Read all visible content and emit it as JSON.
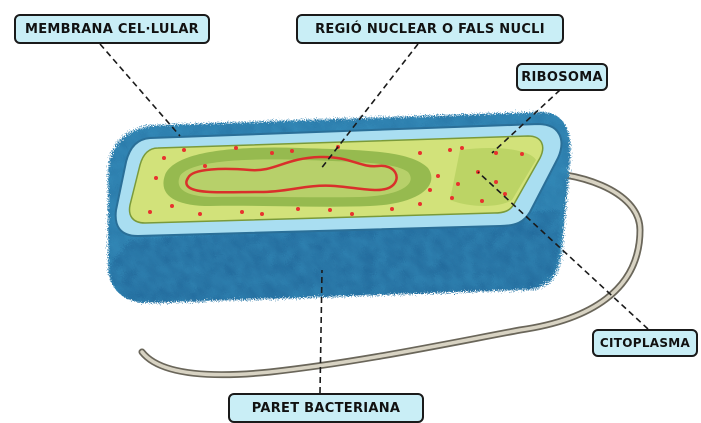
{
  "labels": {
    "membrana": "MEMBRANA CEL·LULAR",
    "regio": "REGIÓ NUCLEAR O FALS NUCLI",
    "ribosoma": "RIBOSOMA",
    "citoplasma": "CITOPLASMA",
    "paret": "PARET BACTERIANA"
  },
  "colors": {
    "cell_wall": "#2a78a8",
    "cell_wall_dark": "#174f7a",
    "cell_wall_light": "#5fb6dd",
    "membrane": "#a9def1",
    "cytoplasm": "#d2e27a",
    "cytoplasm_dark": "#aecb57",
    "nucleoid_region": "#8fb64a",
    "dna": "#d9302b",
    "ribosome": "#e8322e",
    "flagellum": "#bdb8a8",
    "callout_fill": "#c9eef6",
    "callout_border": "#1a1a1a"
  }
}
